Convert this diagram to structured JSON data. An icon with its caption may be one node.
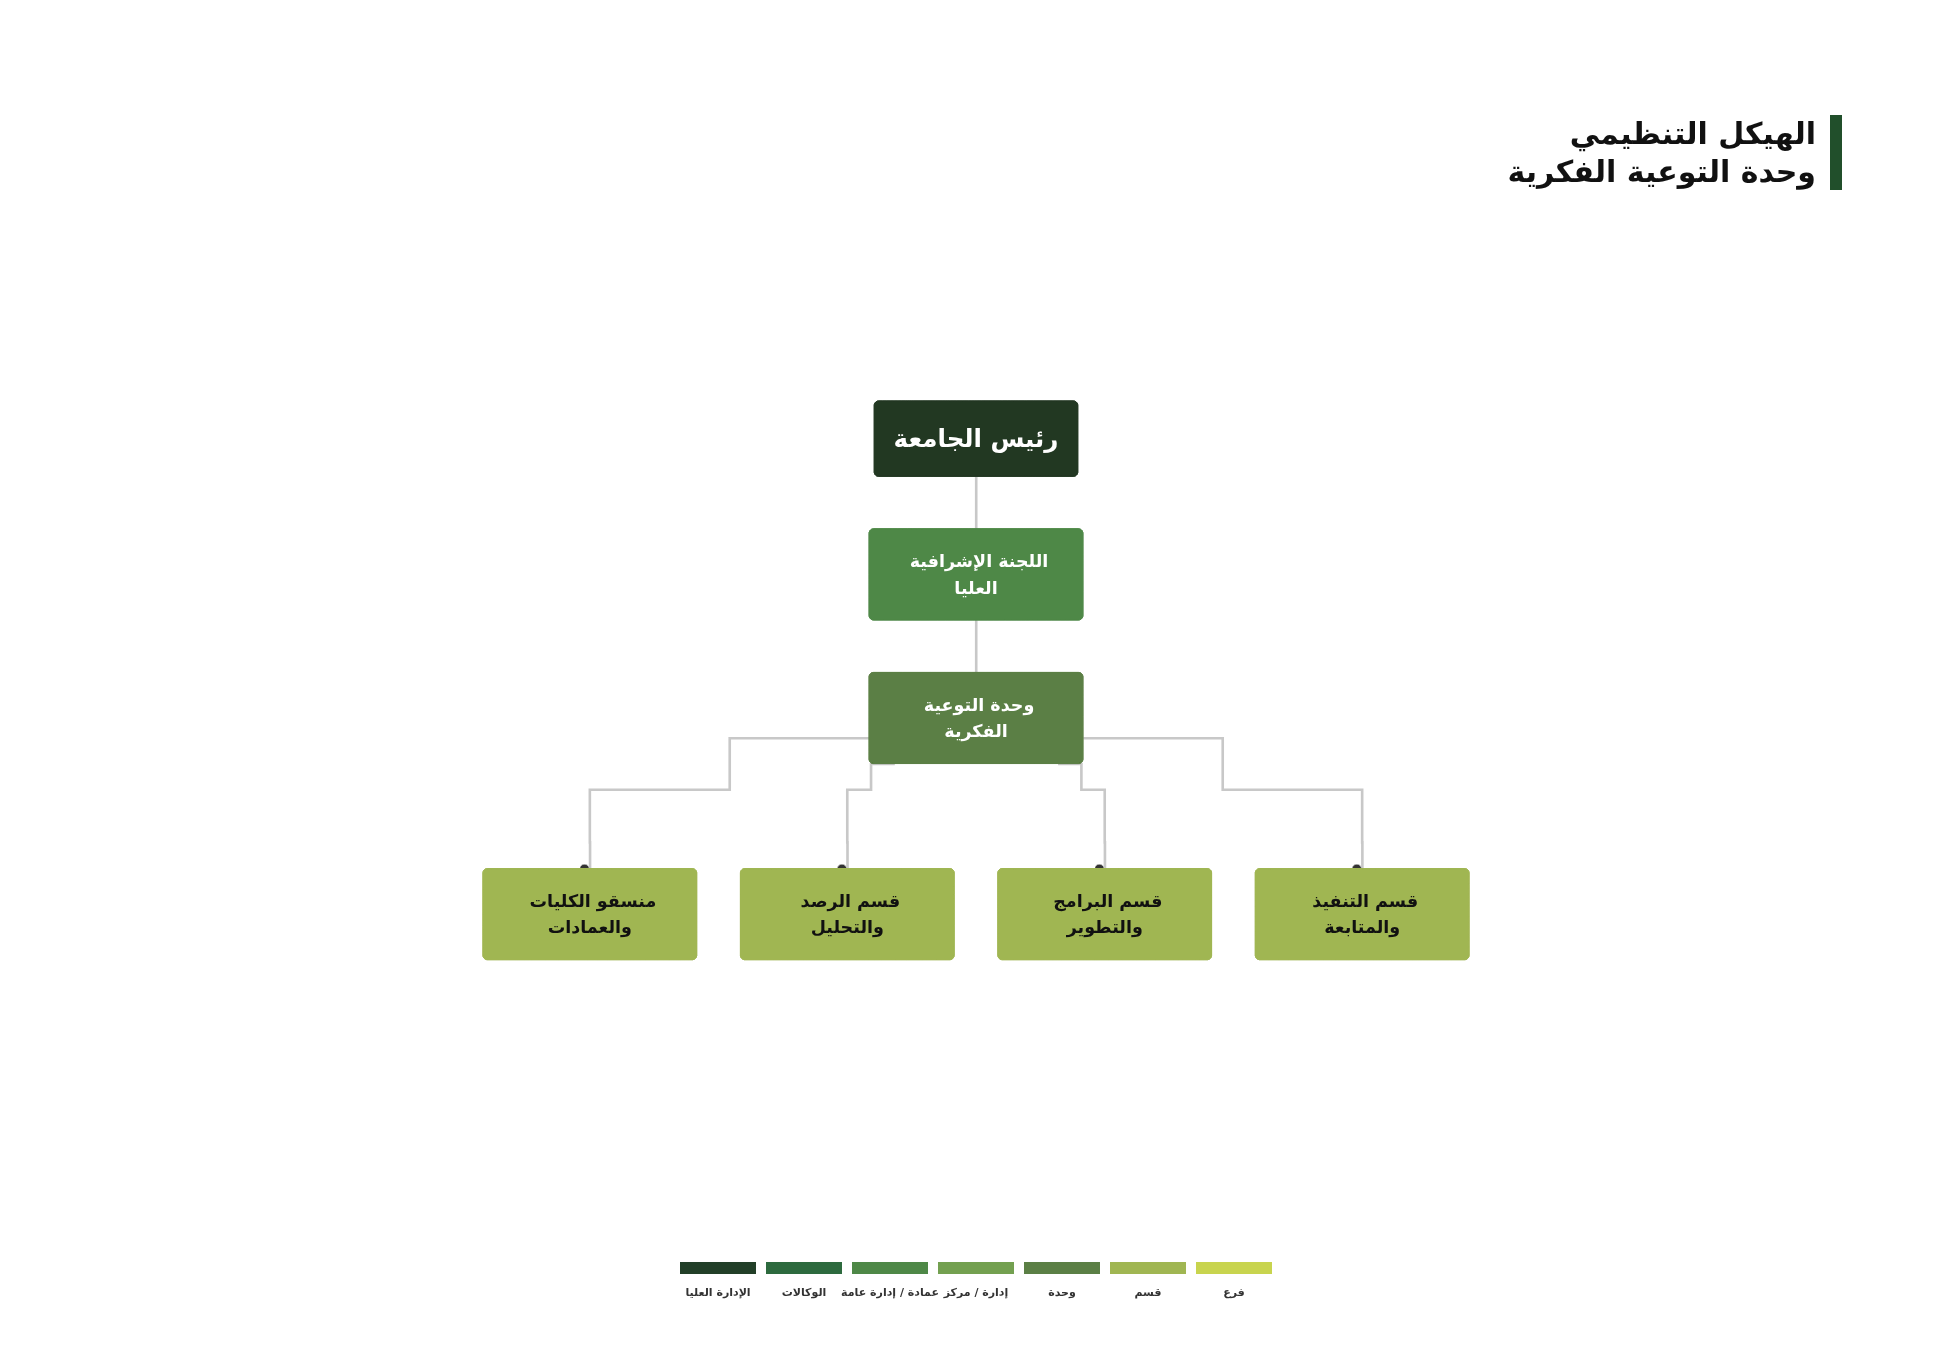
{
  "diagram": {
    "title": "الهيكل التنظيمي وحدة التوعية الفكرية",
    "nodes": [
      {
        "text": [
          "رئيس الجامعة"
        ]
      },
      {
        "text": [
          "اللجنة الإشرافية العليا"
        ]
      },
      {
        "text": [
          "وحدة التوعية الفكرية"
        ]
      },
      {
        "text": [
          "منسقو الكليات والعمادات"
        ]
      },
      {
        "text": [
          "قسم الرصد والتحليل"
        ]
      },
      {
        "text": [
          "قسم البرامج والتطوير"
        ]
      },
      {
        "text": [
          "قسم التنفيذ والمتابعة"
        ]
      }
    ],
    "edges": [
      {
        "from": 0,
        "to": 1,
        "arrow": "none"
      },
      {
        "from": 1,
        "to": 2,
        "arrow": "none"
      },
      {
        "from": 2,
        "to": 3,
        "arrow": "other"
      },
      {
        "from": 2,
        "to": 4,
        "arrow": "other"
      },
      {
        "from": 2,
        "to": 5,
        "arrow": "other"
      },
      {
        "from": 2,
        "to": 6,
        "arrow": "other"
      }
    ],
    "legend": [
      {
        "text": "فرع",
        "color": "#c8d44e"
      },
      {
        "text": "قسم",
        "color": "#a0b652"
      },
      {
        "text": "وحدة",
        "color": "#5b7f45"
      },
      {
        "text": "إدارة / مركز",
        "color": "#73a050"
      },
      {
        "text": "عمادة / إدارة عامة",
        "color": "#4e8847"
      },
      {
        "text": "الوكالات",
        "color": "#2d6a3e"
      },
      {
        "text": "الإدارة العليا",
        "color": "#223f28"
      }
    ]
  }
}
